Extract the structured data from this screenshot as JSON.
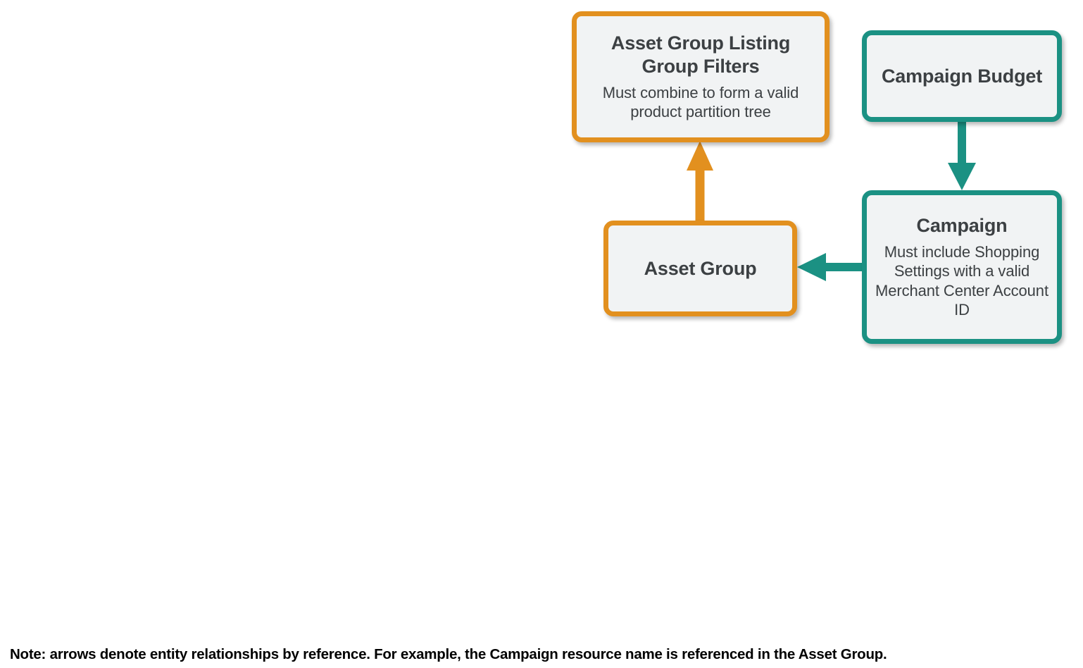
{
  "diagram": {
    "type": "entity-relationship-diagram",
    "colors": {
      "orange": "#e2901f",
      "teal": "#1b9183",
      "node_fill": "#f1f3f4",
      "text": "#3c4043",
      "background": "#ffffff"
    },
    "nodes": [
      {
        "id": "listing-group-filters",
        "title": "Asset Group Listing Group Filters",
        "description": "Must combine to form a valid product partition tree",
        "color": "orange"
      },
      {
        "id": "campaign-budget",
        "title": "Campaign Budget",
        "description": "",
        "color": "teal"
      },
      {
        "id": "asset-group",
        "title": "Asset Group",
        "description": "",
        "color": "orange"
      },
      {
        "id": "campaign",
        "title": "Campaign",
        "description": "Must include Shopping Settings with a valid Merchant Center Account ID",
        "color": "teal"
      }
    ],
    "edges": [
      {
        "id": "asset-group-to-listing-group-filters",
        "from": "asset-group",
        "to": "listing-group-filters",
        "color": "orange",
        "direction": "up"
      },
      {
        "id": "campaign-budget-to-campaign",
        "from": "campaign-budget",
        "to": "campaign",
        "color": "teal",
        "direction": "down"
      },
      {
        "id": "campaign-to-asset-group",
        "from": "campaign",
        "to": "asset-group",
        "color": "teal",
        "direction": "left"
      }
    ]
  },
  "footer": {
    "note": "Note: arrows denote entity relationships by reference. For example, the Campaign resource name is referenced in the Asset Group."
  }
}
